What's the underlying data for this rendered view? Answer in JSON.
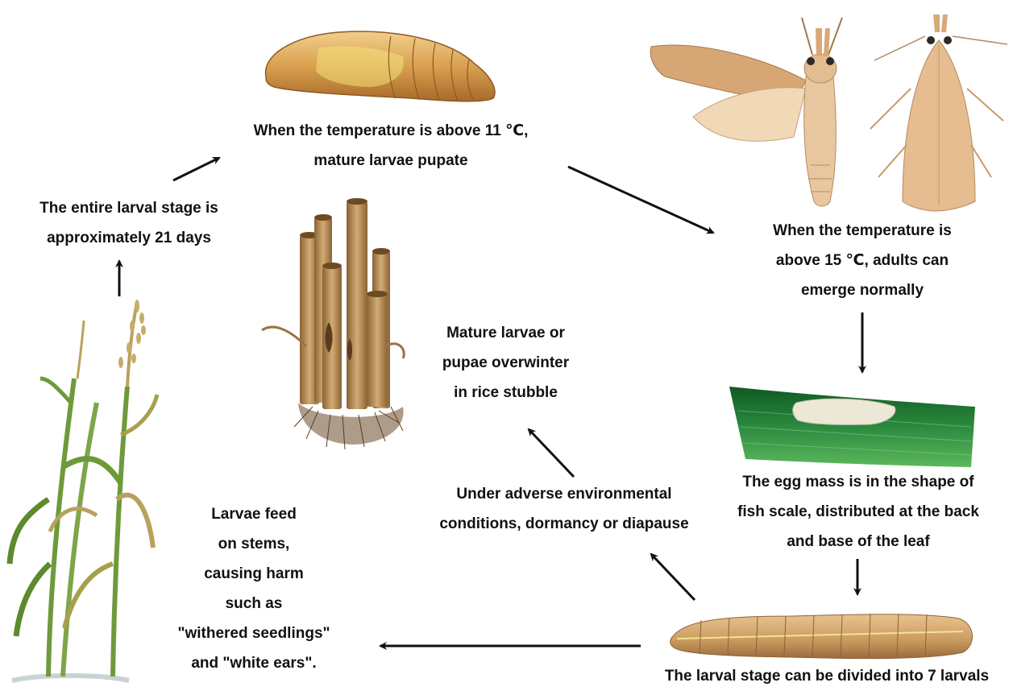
{
  "labels": {
    "pupation": [
      "When the temperature is above 11 ℃,",
      "mature larvae pupate"
    ],
    "adults": [
      "When the temperature is",
      "above 15 ℃, adults can",
      "emerge normally"
    ],
    "egg_mass": [
      "The egg mass is in the shape of",
      "fish scale, distributed at the back",
      "and base of the leaf"
    ],
    "larval_stages": [
      "The larval stage can be divided into 7 larvals"
    ],
    "adverse": [
      "Under adverse environmental",
      "conditions, dormancy or diapause"
    ],
    "overwinter": [
      "Mature larvae or",
      "pupae overwinter",
      "in rice stubble"
    ],
    "feeding": [
      "Larvae feed",
      "on stems,",
      "causing harm",
      "such as",
      "\"withered seedlings\"",
      "and \"white ears\"."
    ],
    "larval_duration": [
      "The entire larval stage is",
      "approximately 21 days"
    ]
  },
  "illustrations": [
    "pupa",
    "adult-moth-wings-spread",
    "adult-moth-resting",
    "egg-mass-on-leaf",
    "larva",
    "rice-stubble",
    "rice-plants"
  ],
  "colors": {
    "text": "#111111",
    "arrow": "#111111",
    "pupa": "#d9a45a",
    "moth": "#e7bf92",
    "leaf": "#1f7a35",
    "eggs": "#ece8d6",
    "larva": "#d8b07a",
    "stubble": "#b98f5c",
    "plant": "#6f9a3c"
  }
}
